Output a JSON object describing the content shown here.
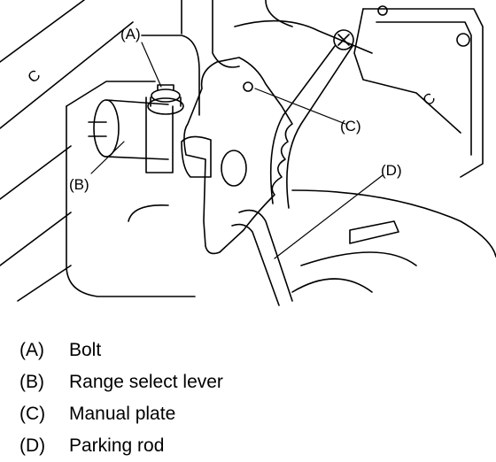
{
  "callouts": [
    {
      "code": "(A)",
      "label": "Bolt"
    },
    {
      "code": "(B)",
      "label": "Range select lever"
    },
    {
      "code": "(C)",
      "label": "Manual plate"
    },
    {
      "code": "(D)",
      "label": "Parking rod"
    }
  ],
  "diagram_marks": {
    "c_left": "C",
    "c_right": "C"
  }
}
